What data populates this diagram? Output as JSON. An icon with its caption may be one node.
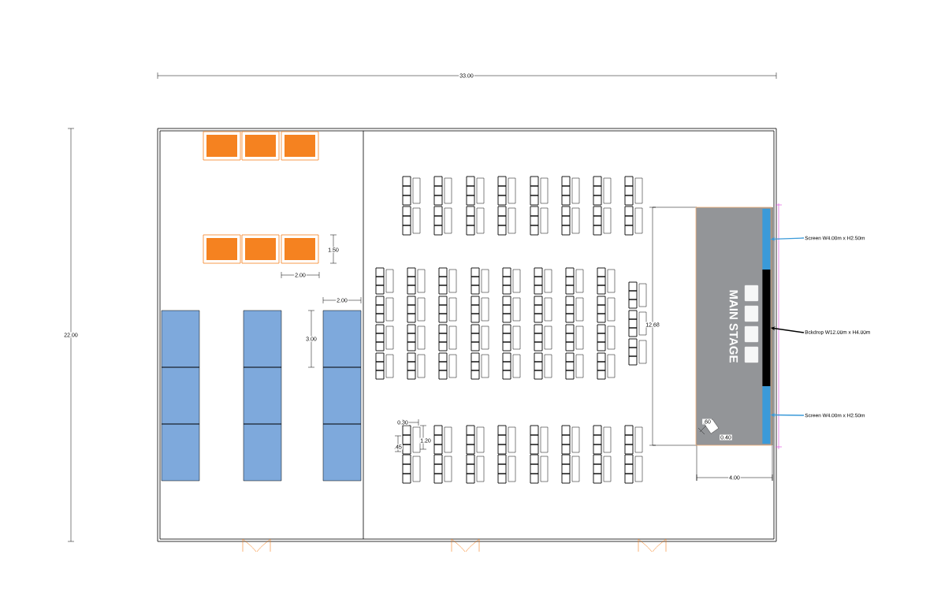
{
  "diagram": {
    "nodes": [
      {
        "text": [
          "MAIN STAGE"
        ]
      },
      {
        "text": [],
        "shape": "bar",
        "in": 0
      },
      {
        "text": [],
        "shape": "bar",
        "in": 0
      },
      {
        "text": [],
        "shape": "bar",
        "in": 0
      },
      {
        "text": [
          "Screen W4.00m x H2.50m"
        ]
      },
      {
        "text": [
          "Bckdrop W12.00m x H4.00m"
        ]
      },
      {
        "text": [
          "Screen W4.00m x H2.50m"
        ]
      }
    ],
    "edges": [
      {
        "from": 4,
        "to": 1,
        "arrow": "to",
        "color": "#3a9ad9"
      },
      {
        "from": 5,
        "to": 2,
        "arrow": "to",
        "color": "#000000"
      },
      {
        "from": 6,
        "to": 3,
        "arrow": "to",
        "color": "#3a9ad9"
      }
    ],
    "labels": [
      "33.00",
      "22.00",
      "1.50",
      "2.00",
      "2.00",
      "3.00",
      "12.68",
      "0.30",
      "1.20",
      ".45",
      ".60",
      "0.40",
      "4.00"
    ]
  }
}
